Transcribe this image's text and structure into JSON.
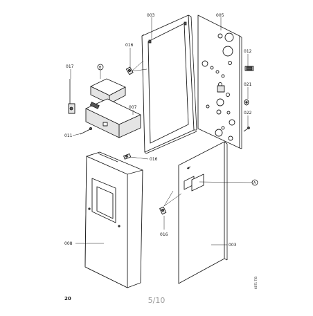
{
  "parts": {
    "p003_top": "003",
    "p005": "005",
    "p012": "012",
    "p016_top": "016",
    "p017": "017",
    "pB": "B",
    "p007": "007",
    "p021": "021",
    "p022": "022",
    "p011": "011",
    "p016_mid": "016",
    "p008": "008",
    "pA": "A",
    "p016_bot": "016",
    "p003_bot": "003"
  },
  "page_number": "20",
  "page_fraction": "5/10",
  "doc_code": "6871 T/B"
}
